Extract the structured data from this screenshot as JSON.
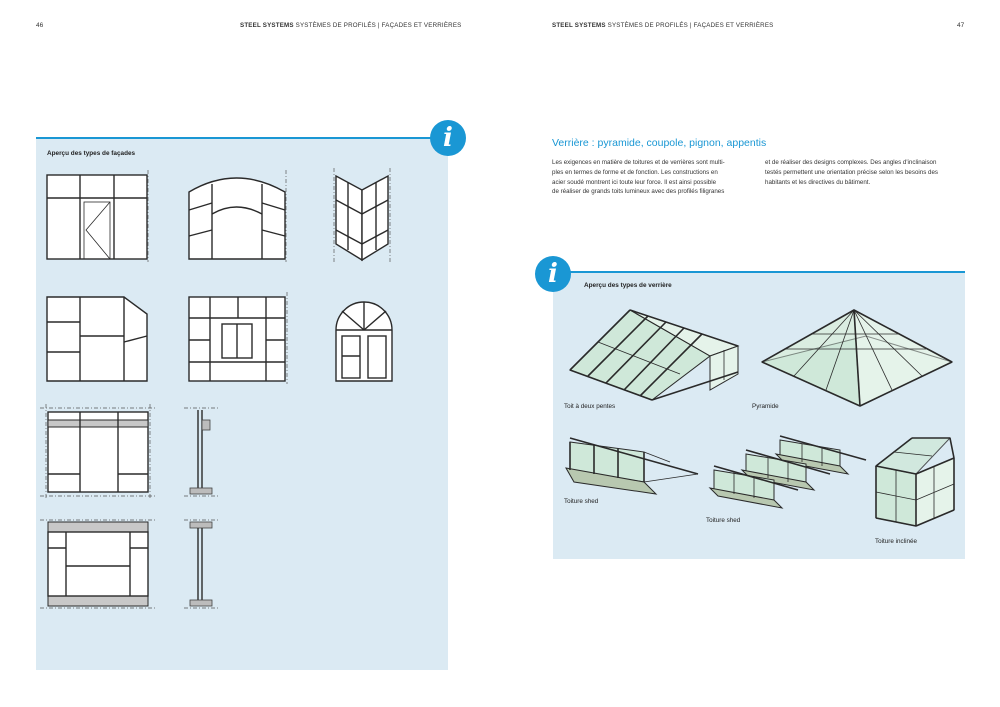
{
  "page_left": {
    "number": "46",
    "header_bold": "STEEL SYSTEMS",
    "header_rest": " SYSTÈMES DE PROFILÉS | FAÇADES ET VERRIÈRES"
  },
  "page_right": {
    "number": "47",
    "header_bold": "STEEL SYSTEMS",
    "header_rest": " SYSTÈMES DE PROFILÉS | FAÇADES ET VERRIÈRES"
  },
  "facades_panel": {
    "icon": "i",
    "title": "Aperçu des types de façades"
  },
  "article": {
    "heading": "Verrière : pyramide, coupole, pignon, appentis",
    "col1": [
      "Les exigences en matière de toitures et de verrières sont multi-",
      "ples en termes de forme et de fonction. Les constructions en",
      "acier soudé montrent ici toute leur force. Il est ainsi possible",
      "de réaliser de grands toits lumineux avec des profilés filigranes"
    ],
    "col2": [
      "et de réaliser des designs complexes.  Des angles d'inclinaison",
      "testés permettent une orientation précise selon les besoins des",
      "habitants et les directives du bâtiment."
    ]
  },
  "verriere_panel": {
    "icon": "i",
    "title": "Aperçu des types de verrière",
    "captions": {
      "gable": "Toit à deux pentes",
      "pyramid": "Pyramide",
      "shed1": "Toiture shed",
      "shed2": "Toiture shed",
      "lean": "Toiture inclinée"
    }
  },
  "colors": {
    "accent": "#1a97d4",
    "panel_bg": "#dbeaf3",
    "glass": "#cfe8d9"
  }
}
